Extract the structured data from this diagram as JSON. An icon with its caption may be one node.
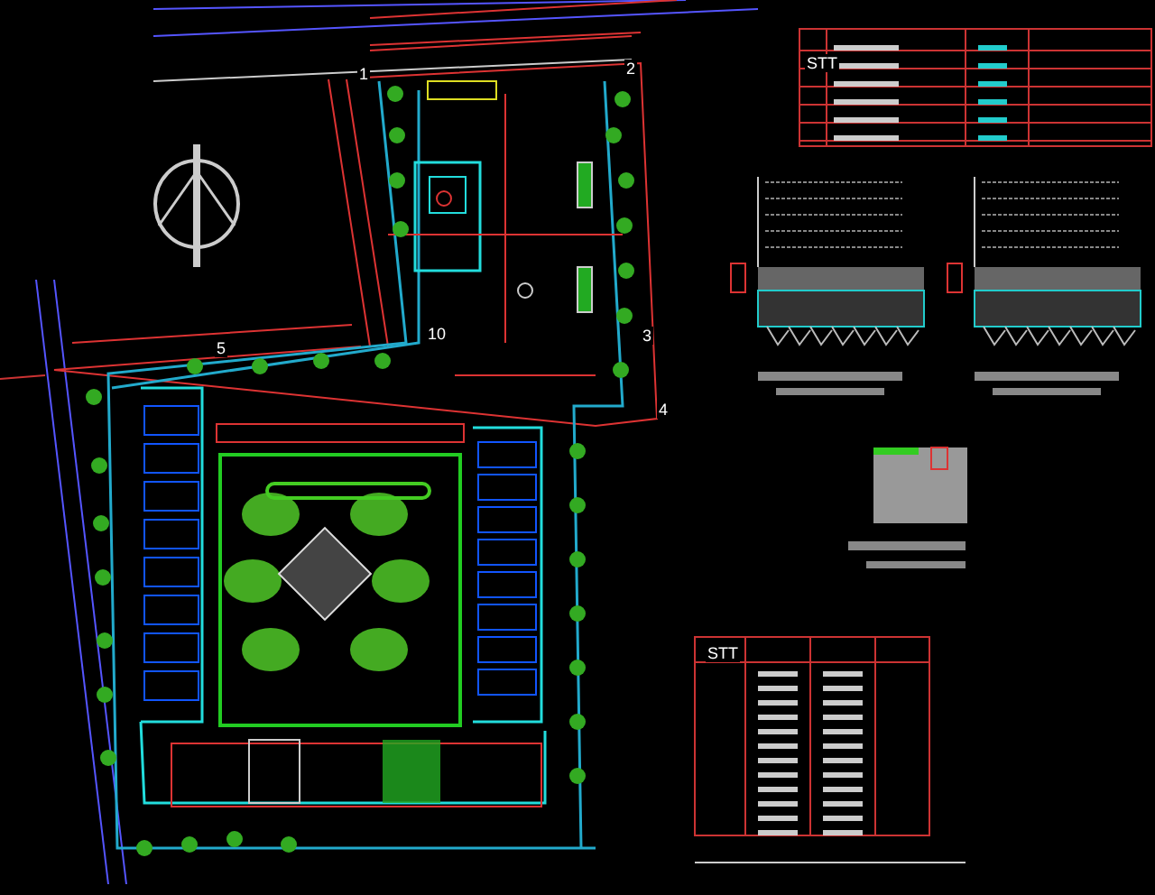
{
  "diagram": {
    "labels": [
      "STT",
      "1",
      "2",
      "5",
      "10",
      "3",
      "4",
      "STT"
    ]
  }
}
